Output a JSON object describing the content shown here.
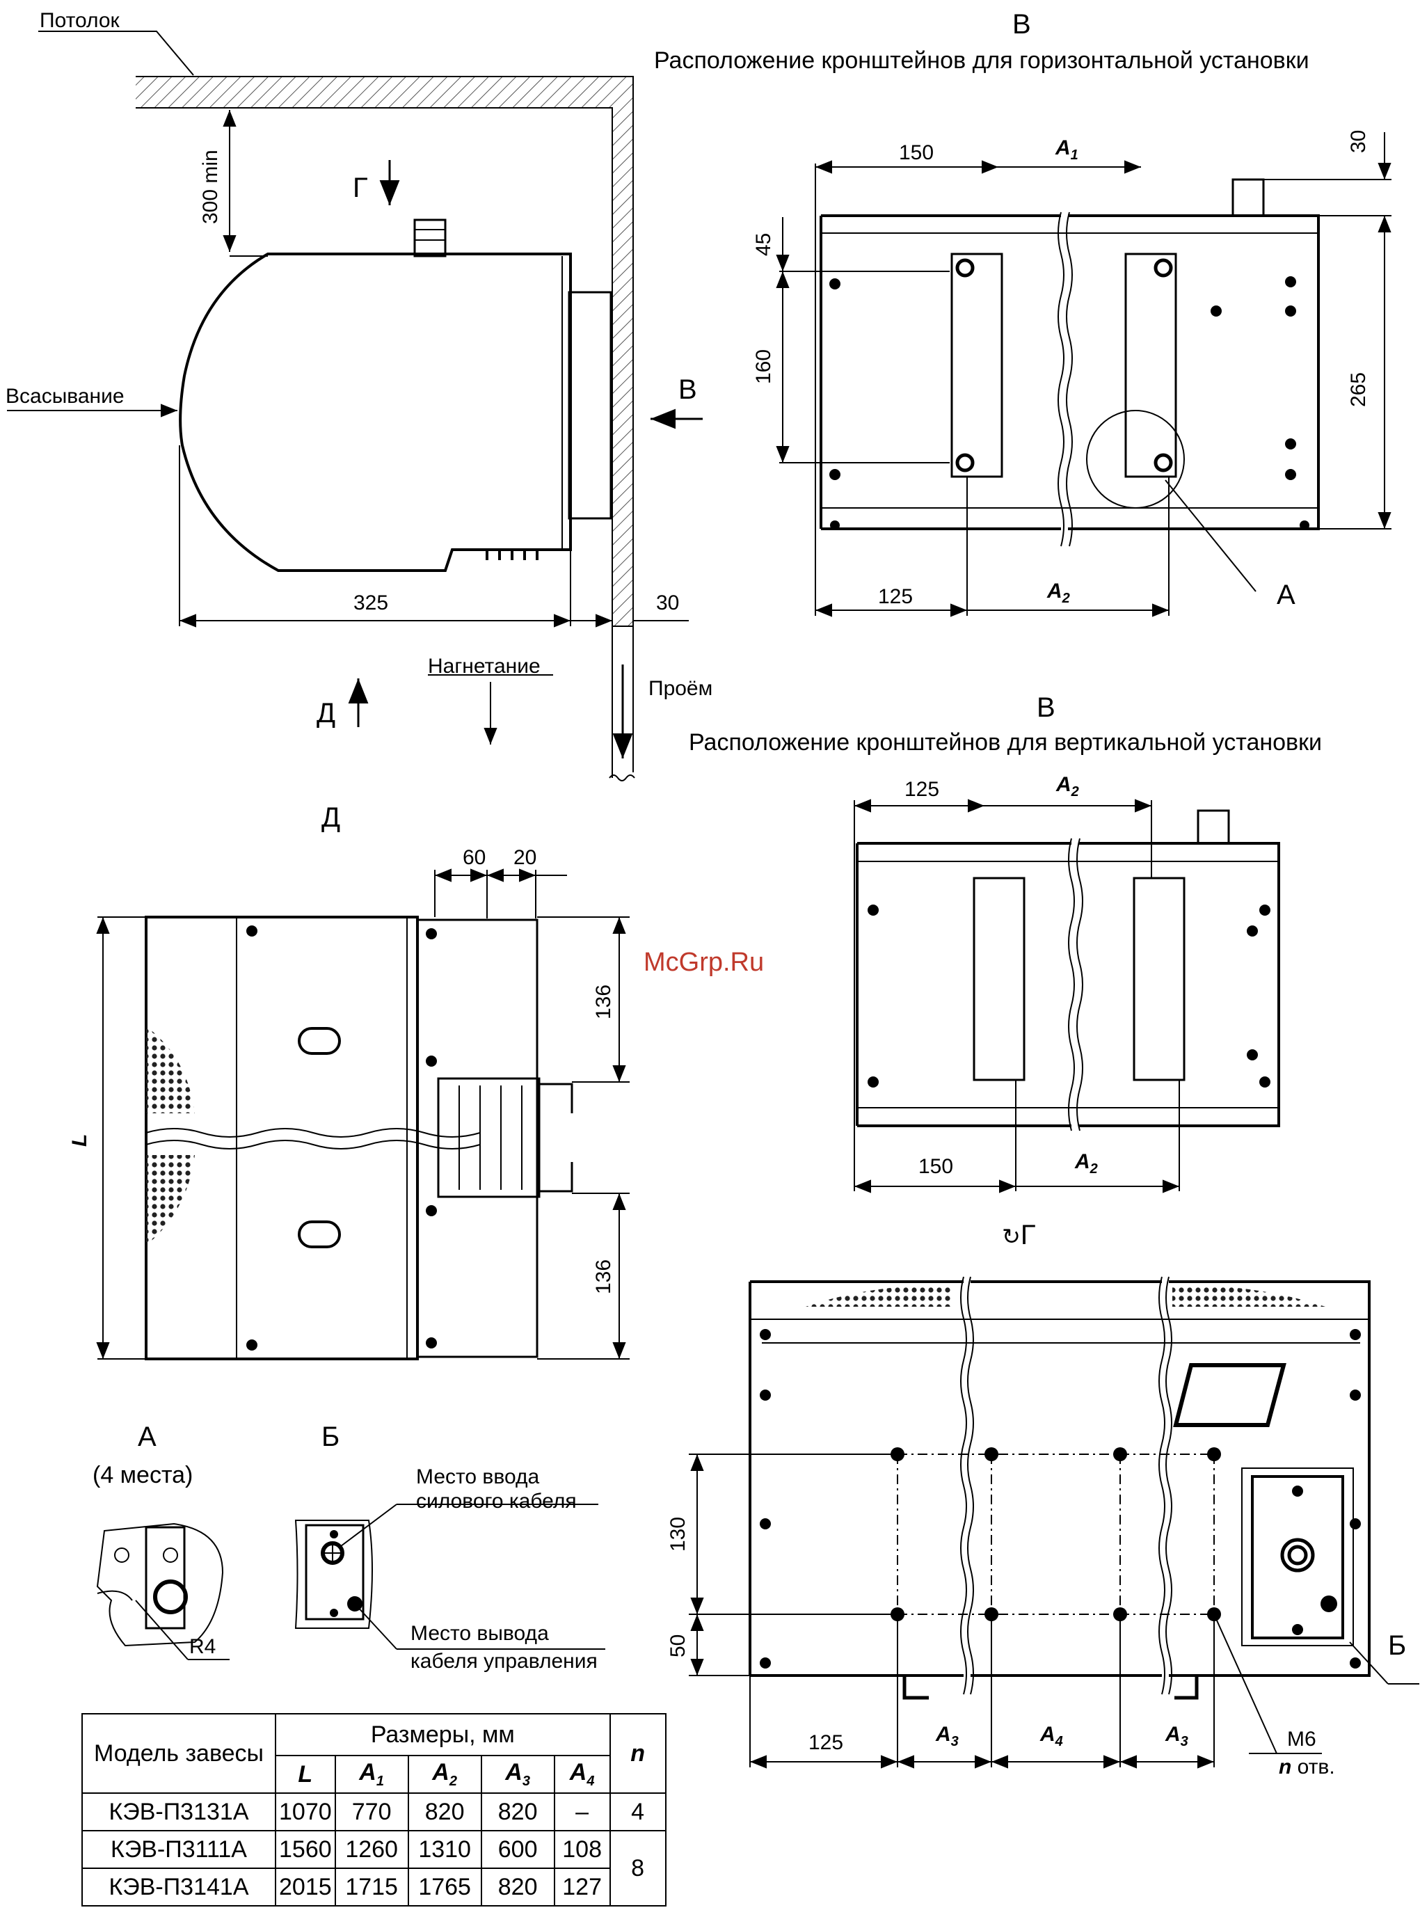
{
  "side_view": {
    "ceiling": "Потолок",
    "clearance": "300 min",
    "view_g": "Г",
    "view_v": "В",
    "view_d": "Д",
    "suction": "Всасывание",
    "discharge": "Нагнетание",
    "opening": "Проём",
    "depth": "325",
    "wall_gap": "30"
  },
  "horizontal_view": {
    "letter": "В",
    "title": "Расположение кронштейнов для горизонтальной установки",
    "dim_150": "150",
    "dim_a1": "A",
    "dim_a1_sub": "1",
    "dim_30": "30",
    "dim_45": "45",
    "dim_160": "160",
    "dim_265": "265",
    "dim_125": "125",
    "dim_a2": "A",
    "dim_a2_sub": "2",
    "detail": "А"
  },
  "vertical_view": {
    "letter": "В",
    "title": "Расположение кронштейнов для вертикальной установки",
    "dim_125": "125",
    "dim_a2_top": "A",
    "dim_a2_top_sub": "2",
    "dim_150": "150",
    "dim_a2_bottom": "A",
    "dim_a2_bottom_sub": "2"
  },
  "view_d": {
    "letter": "Д",
    "dim_60": "60",
    "dim_20": "20",
    "dim_136_top": "136",
    "dim_136_bottom": "136",
    "dim_l": "L"
  },
  "view_g": {
    "letter": "Г",
    "dim_130": "130",
    "dim_50": "50",
    "dim_125": "125",
    "a3_left": "A",
    "a3_left_sub": "3",
    "a4": "A",
    "a4_sub": "4",
    "a3_right": "A",
    "a3_right_sub": "3",
    "bolt": "М6",
    "holes_n": "n",
    "holes_suffix": " отв.",
    "detail": "Б"
  },
  "detail_a": {
    "letter": "А",
    "note": "(4 места)",
    "radius": "R4"
  },
  "detail_b": {
    "letter": "Б",
    "power_in_1": "Место ввода",
    "power_in_2": "силового кабеля",
    "control_out_1": "Место вывода",
    "control_out_2": "кабеля управления"
  },
  "spec_table": {
    "col_model": "Модель завесы",
    "col_sizes": "Размеры, мм",
    "col_n": "n",
    "sub_l": "L",
    "sub_a1": "A",
    "sub_a1_i": "1",
    "sub_a2": "A",
    "sub_a2_i": "2",
    "sub_a3": "A",
    "sub_a3_i": "3",
    "sub_a4": "A",
    "sub_a4_i": "4",
    "rows": [
      {
        "model": "КЭВ-П3131А",
        "L": "1070",
        "A1": "770",
        "A2": "820",
        "A3": "820",
        "A4": "–",
        "n": "4"
      },
      {
        "model": "КЭВ-П3111А",
        "L": "1560",
        "A1": "1260",
        "A2": "1310",
        "A3": "600",
        "A4": "108",
        "n": "8"
      },
      {
        "model": "КЭВ-П3141А",
        "L": "2015",
        "A1": "1715",
        "A2": "1765",
        "A3": "820",
        "A4": "127",
        "n": ""
      }
    ]
  },
  "watermark": "McGrp.Ru"
}
